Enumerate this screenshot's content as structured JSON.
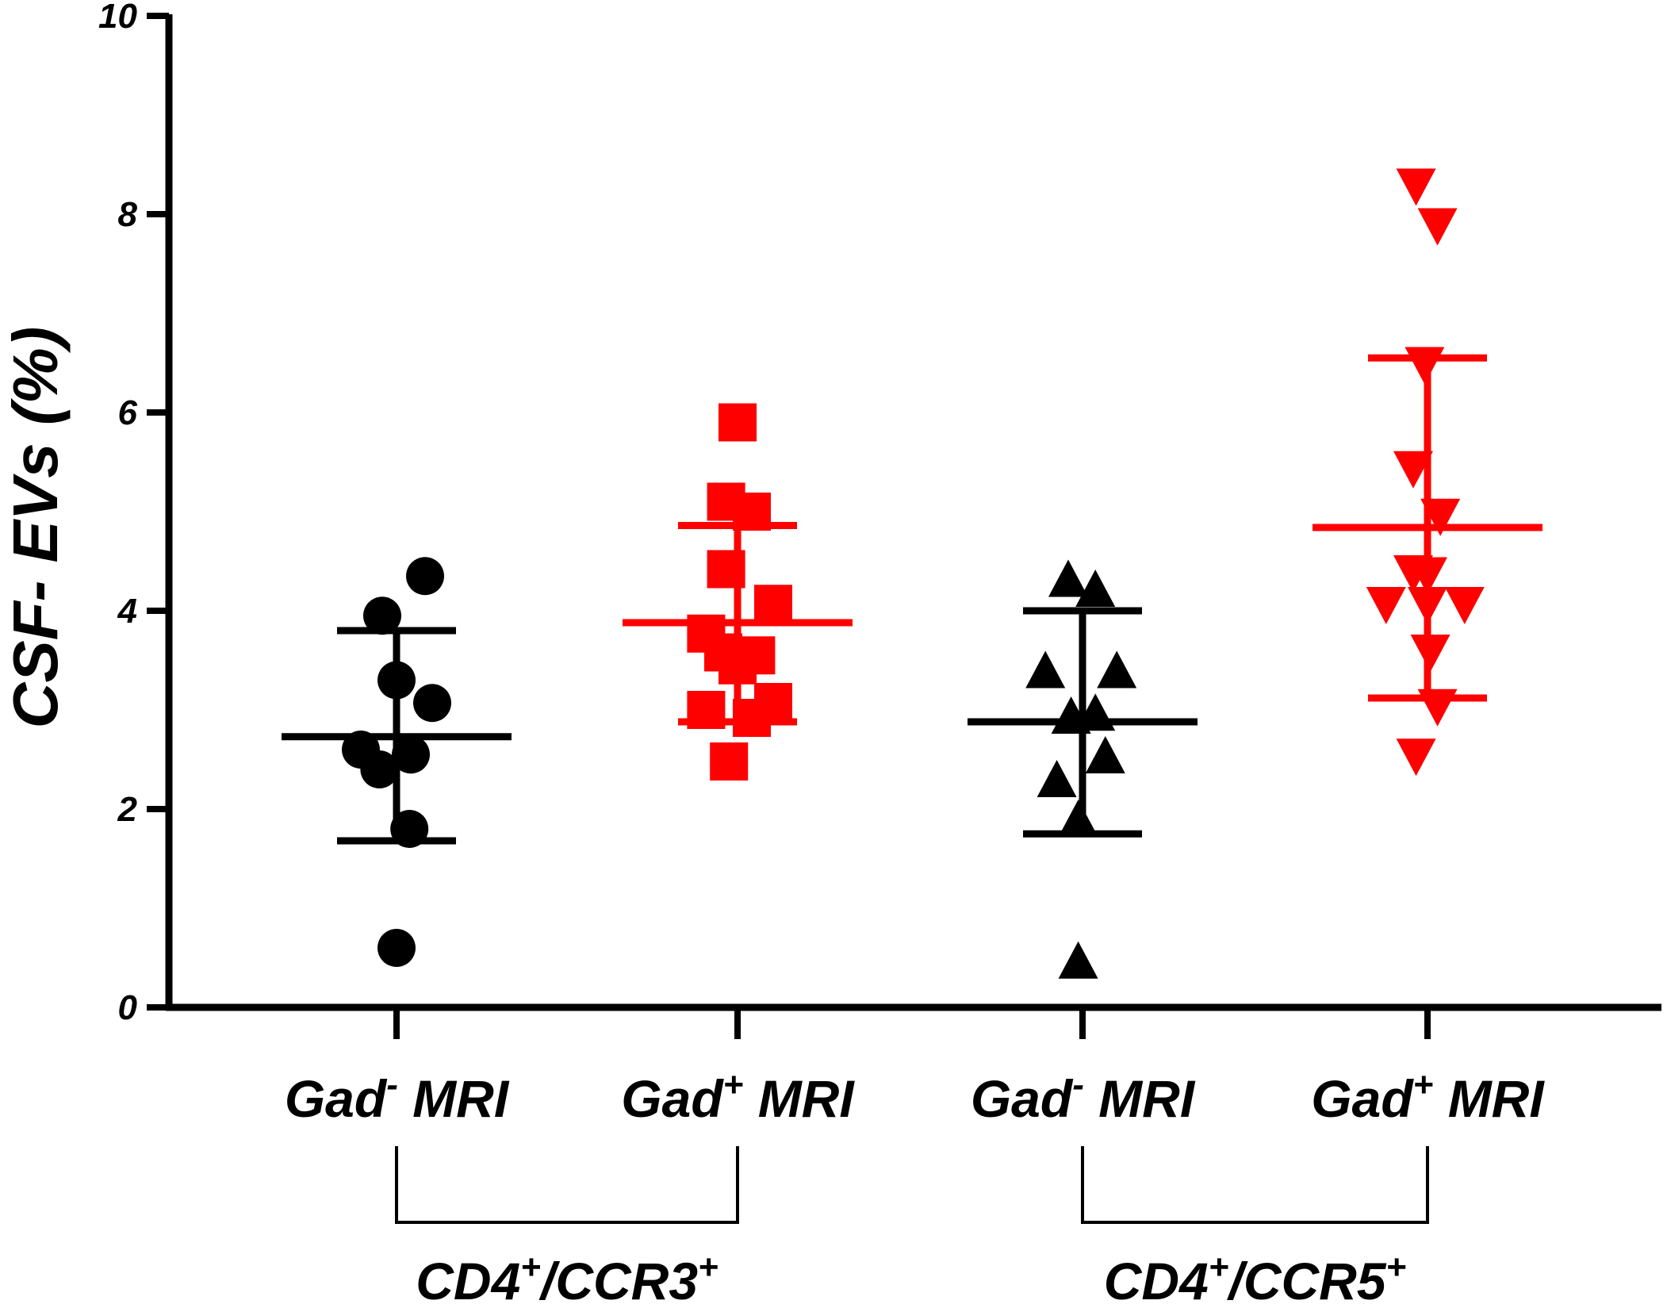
{
  "chart_data": {
    "type": "scatter",
    "ylabel": "CSF- EVs (%)",
    "ylim": [
      0,
      10
    ],
    "yticks": [
      "0",
      "2",
      "4",
      "6",
      "8",
      "10"
    ],
    "grid": false,
    "categories": [
      {
        "base": "Gad",
        "sup": "-",
        "suffix": " MRI"
      },
      {
        "base": "Gad",
        "sup": "+",
        "suffix": " MRI"
      },
      {
        "base": "Gad",
        "sup": "-",
        "suffix": " MRI"
      },
      {
        "base": "Gad",
        "sup": "+",
        "suffix": " MRI"
      }
    ],
    "groups": [
      {
        "base1": "CD4",
        "sup1": "+",
        "base2": "/CCR3",
        "sup2": "+",
        "covers": [
          0,
          1
        ]
      },
      {
        "base1": "CD4",
        "sup1": "+",
        "base2": "/CCR5",
        "sup2": "+",
        "covers": [
          2,
          3
        ]
      }
    ],
    "series": [
      {
        "marker": "circle",
        "color": "#000000",
        "points": [
          [
            0.2,
            4.35
          ],
          [
            -0.1,
            3.95
          ],
          [
            0.0,
            3.3
          ],
          [
            0.25,
            3.07
          ],
          [
            -0.25,
            2.6
          ],
          [
            -0.12,
            2.4
          ],
          [
            0.1,
            2.55
          ],
          [
            0.09,
            1.8
          ],
          [
            0.0,
            0.6
          ]
        ],
        "mean": 2.73,
        "sd_low": 1.68,
        "sd_high": 3.8
      },
      {
        "marker": "square",
        "color": "#ff0000",
        "points": [
          [
            0.0,
            5.9
          ],
          [
            -0.08,
            5.1
          ],
          [
            0.1,
            5.0
          ],
          [
            -0.08,
            4.42
          ],
          [
            0.25,
            4.07
          ],
          [
            -0.22,
            3.77
          ],
          [
            -0.1,
            3.58
          ],
          [
            0.0,
            3.45
          ],
          [
            0.13,
            3.55
          ],
          [
            -0.22,
            3.0
          ],
          [
            0.1,
            2.92
          ],
          [
            0.25,
            3.08
          ],
          [
            -0.06,
            2.48
          ]
        ],
        "mean": 3.88,
        "sd_low": 2.88,
        "sd_high": 4.86
      },
      {
        "marker": "triangle-up",
        "color": "#000000",
        "points": [
          [
            -0.1,
            4.3
          ],
          [
            0.09,
            4.2
          ],
          [
            -0.26,
            3.38
          ],
          [
            0.24,
            3.38
          ],
          [
            -0.08,
            2.92
          ],
          [
            0.09,
            2.95
          ],
          [
            -0.18,
            2.28
          ],
          [
            0.16,
            2.52
          ],
          [
            -0.03,
            1.88
          ],
          [
            -0.03,
            0.45
          ]
        ],
        "mean": 2.88,
        "sd_low": 1.75,
        "sd_high": 4.0
      },
      {
        "marker": "triangle-down",
        "color": "#ff0000",
        "points": [
          [
            -0.08,
            8.3
          ],
          [
            0.07,
            7.9
          ],
          [
            -0.02,
            6.5
          ],
          [
            -0.1,
            5.45
          ],
          [
            0.09,
            4.97
          ],
          [
            -0.29,
            4.08
          ],
          [
            -0.1,
            4.4
          ],
          [
            0.0,
            4.38
          ],
          [
            0.0,
            4.08
          ],
          [
            0.26,
            4.08
          ],
          [
            0.02,
            3.6
          ],
          [
            0.07,
            3.05
          ],
          [
            -0.08,
            2.55
          ]
        ],
        "mean": 4.84,
        "sd_low": 3.12,
        "sd_high": 6.55
      }
    ]
  }
}
